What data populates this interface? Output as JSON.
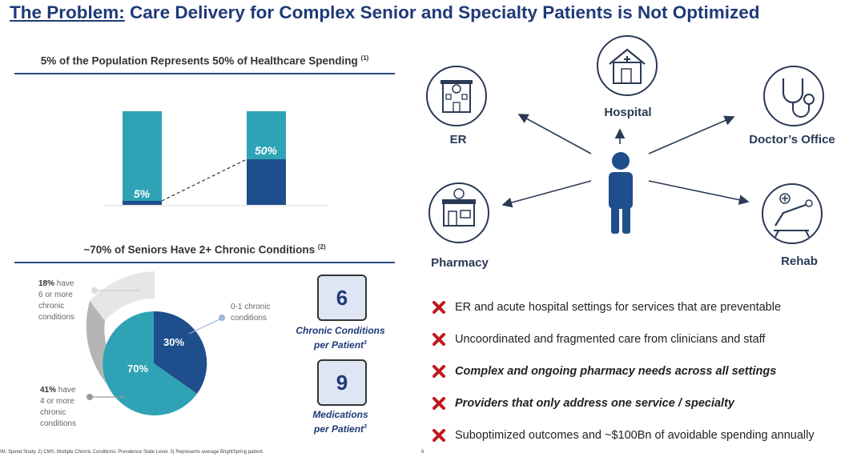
{
  "title": {
    "lead": "The Problem:",
    "rest": "Care Delivery for Complex Senior and Specialty Patients is Not Optimized"
  },
  "spending": {
    "title": "5% of the Population Represents 50% of Healthcare Spending",
    "note": "(1)",
    "bar_left_label": "5%",
    "bar_right_label": "50%"
  },
  "chronic": {
    "title": "~70% of Seniors Have 2+ Chronic Conditions",
    "note": "(2)",
    "pie_big_label": "70%",
    "pie_small_label": "30%",
    "note_18_pct": "18%",
    "note_18_rest": " have",
    "note_18_line2": "6 or more",
    "note_18_line3": "chronic",
    "note_18_line4": "conditions",
    "note_01_line1": "0-1 chronic",
    "note_01_line2": "conditions",
    "note_41_pct": "41%",
    "note_41_rest": " have",
    "note_41_line2": "4 or more",
    "note_41_line3": "chronic",
    "note_41_line4": "conditions"
  },
  "stats": [
    {
      "value": "6",
      "line1": "Chronic Conditions",
      "line2": "per Patient",
      "sup": "3"
    },
    {
      "value": "9",
      "line1": "Medications",
      "line2": "per Patient",
      "sup": "3"
    }
  ],
  "nodes": {
    "er": "ER",
    "hospital": "Hospital",
    "doctor": "Doctor’s Office",
    "pharmacy": "Pharmacy",
    "rehab": "Rehab"
  },
  "bullets": [
    "ER and acute hospital settings for services that are preventable",
    "Uncoordinated and fragmented care from clinicians and staff",
    "Complex and ongoing pharmacy needs across all settings",
    "Providers that only address one service / specialty",
    "Suboptimized outcomes and ~$100Bn of avoidable spending annually"
  ],
  "footnote": "IM, Spend Study. 2) CMS, Multiple Chronic Conditions: Prevalence State Level. 3) Represents average BrightSpring patient.",
  "page_number": "6",
  "colors": {
    "navy": "#1F3A78",
    "teal": "#2FA3B5",
    "dark_blue": "#1E4E8C",
    "gray": "#B5B5B5",
    "red_x": "#C0171E"
  },
  "icons": [
    "er-building-icon",
    "hospital-house-icon",
    "stethoscope-icon",
    "pharmacy-store-icon",
    "rehab-bed-icon",
    "person-icon",
    "x-mark-icon"
  ]
}
